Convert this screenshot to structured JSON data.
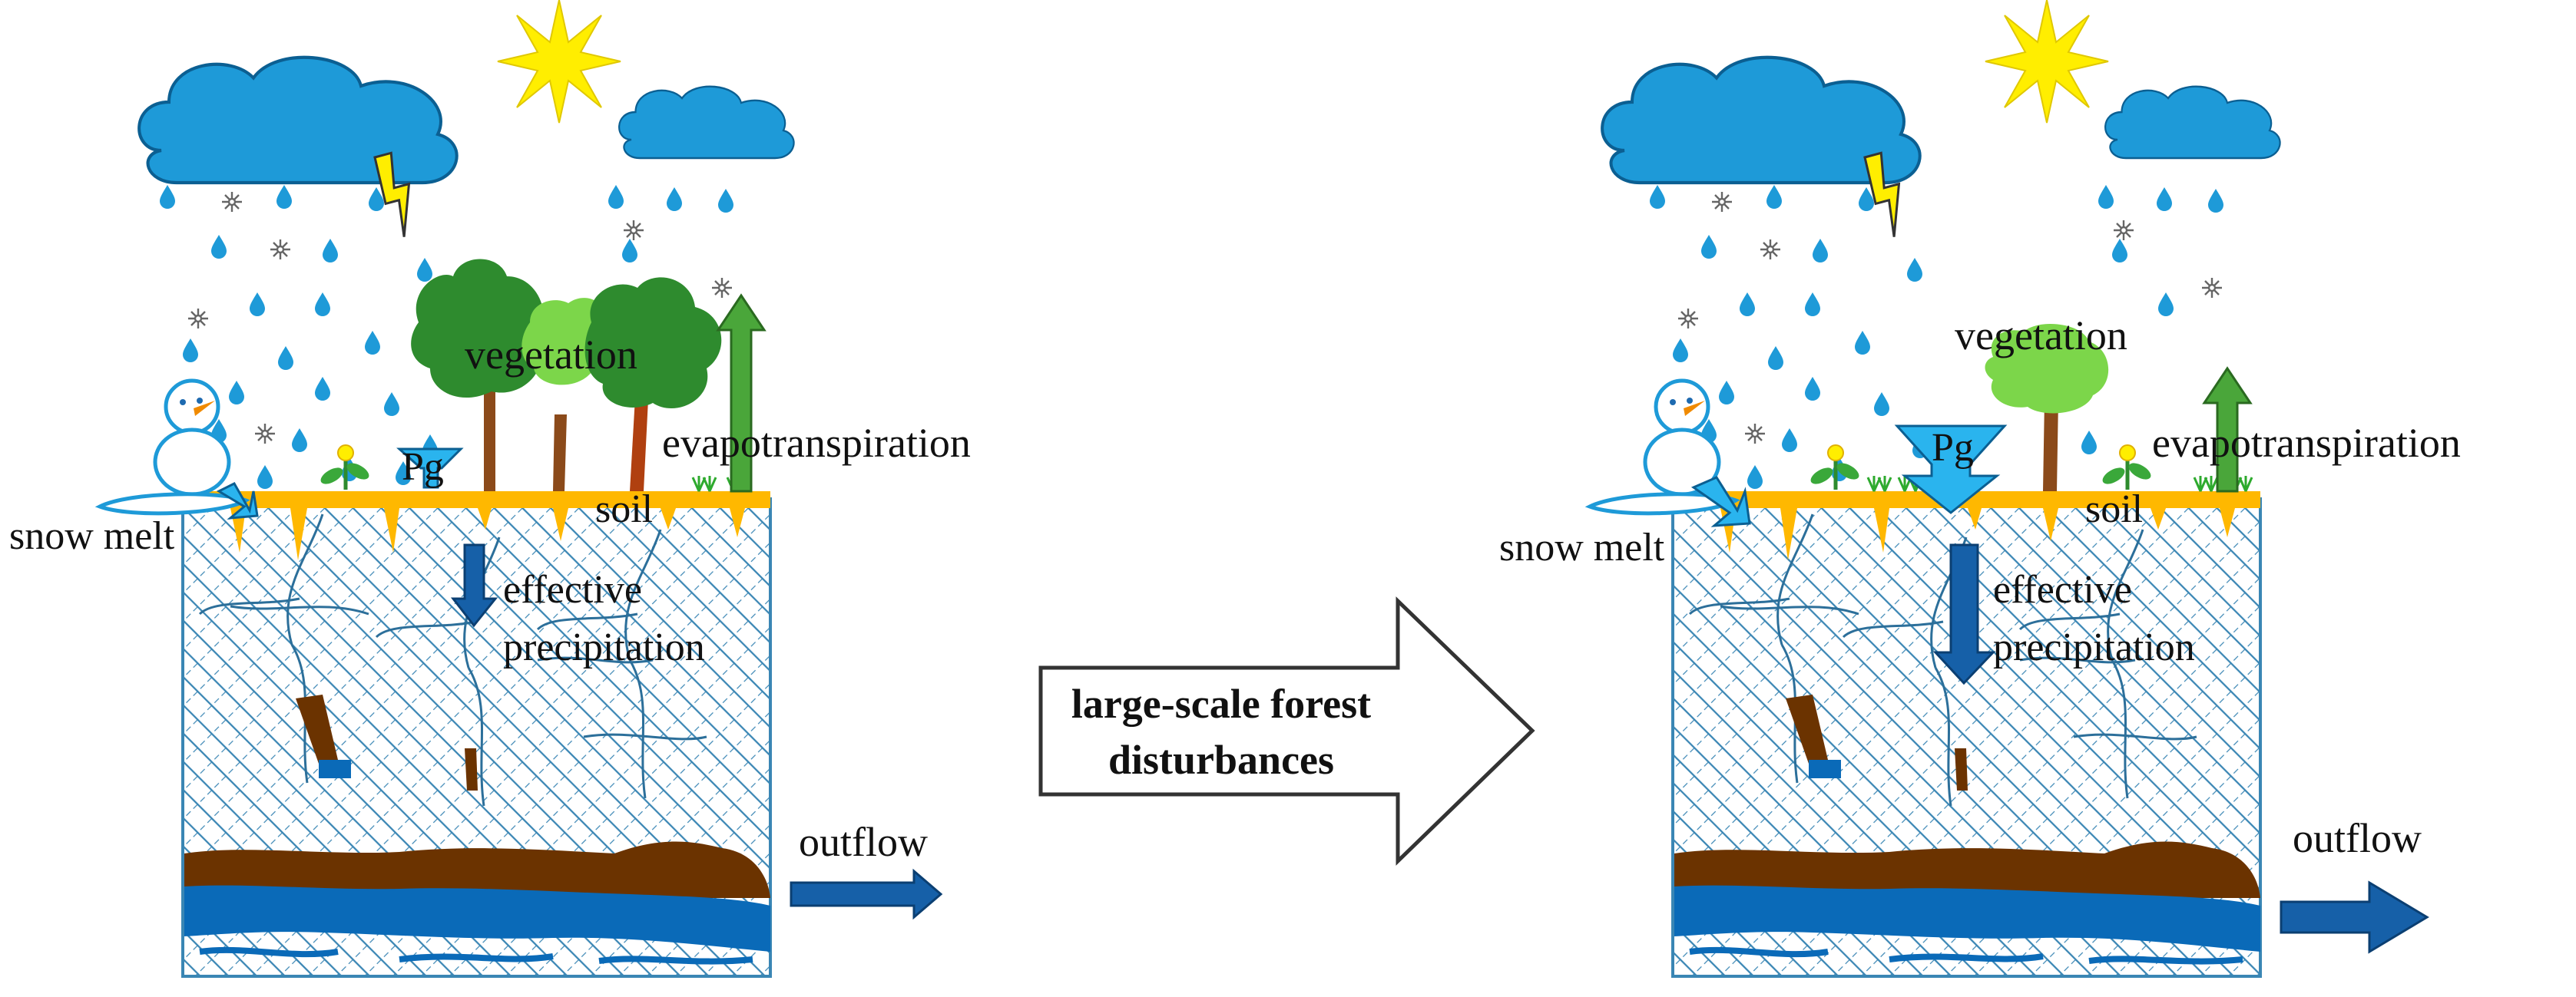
{
  "panels": [
    {
      "id": "before",
      "labels": {
        "vegetation": "vegetation",
        "evapotranspiration": "evapotranspiration",
        "pg": "Pg",
        "soil": "soil",
        "snow_melt": "snow melt",
        "effective_1": "effective",
        "effective_2": "precipitation",
        "outflow": "outflow"
      }
    },
    {
      "id": "after",
      "labels": {
        "vegetation": "vegetation",
        "evapotranspiration": "evapotranspiration",
        "pg": "Pg",
        "soil": "soil",
        "snow_melt": "snow melt",
        "effective_1": "effective",
        "effective_2": "precipitation",
        "outflow": "outflow"
      }
    }
  ],
  "transition": {
    "line1": "large-scale forest",
    "line2": "disturbances"
  },
  "colors": {
    "cloud": "#1e9ad8",
    "raindrop": "#1e9ad8",
    "sun": "#ffee00",
    "soil_surface": "#ffb800",
    "bedrock_hatch": "#3a86b4",
    "groundwater": "#0a6ab8",
    "sediment": "#6b3300",
    "tree_dark": "#2e8b2e",
    "tree_light": "#7cd64a",
    "evap_arrow": "#4aa63a",
    "pg_arrow": "#2ab4ee",
    "flow_arrow": "#1660a8"
  },
  "icons": [
    "cloud-icon",
    "sun-icon",
    "lightning-icon",
    "raindrop-icon",
    "snowflake-icon",
    "tree-icon",
    "snowman-icon",
    "flower-icon",
    "grass-icon"
  ]
}
